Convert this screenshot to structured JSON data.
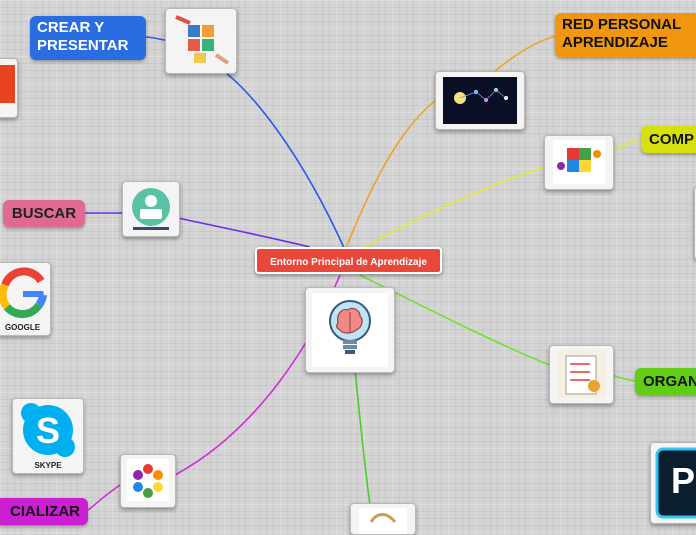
{
  "map": {
    "central": "Entorno Principal de Aprendizaje",
    "topics": [
      {
        "label_line1": "CREAR Y",
        "label_line2": "PRESENTAR",
        "color": "#2a6de0"
      },
      {
        "label_line1": "RED PERSONAL",
        "label_line2": "APRENDIZAJE",
        "color": "#f0970f"
      },
      {
        "label": "BUSCAR",
        "color": "#df6b95"
      },
      {
        "label": "COMP",
        "color": "#d6e00c"
      },
      {
        "label": "ORGAN",
        "color": "#62cc16"
      },
      {
        "label": "CIALIZAR",
        "color": "#cc1ed2"
      }
    ],
    "captions": {
      "google": "GOOGLE",
      "skype": "SKYPE"
    }
  }
}
